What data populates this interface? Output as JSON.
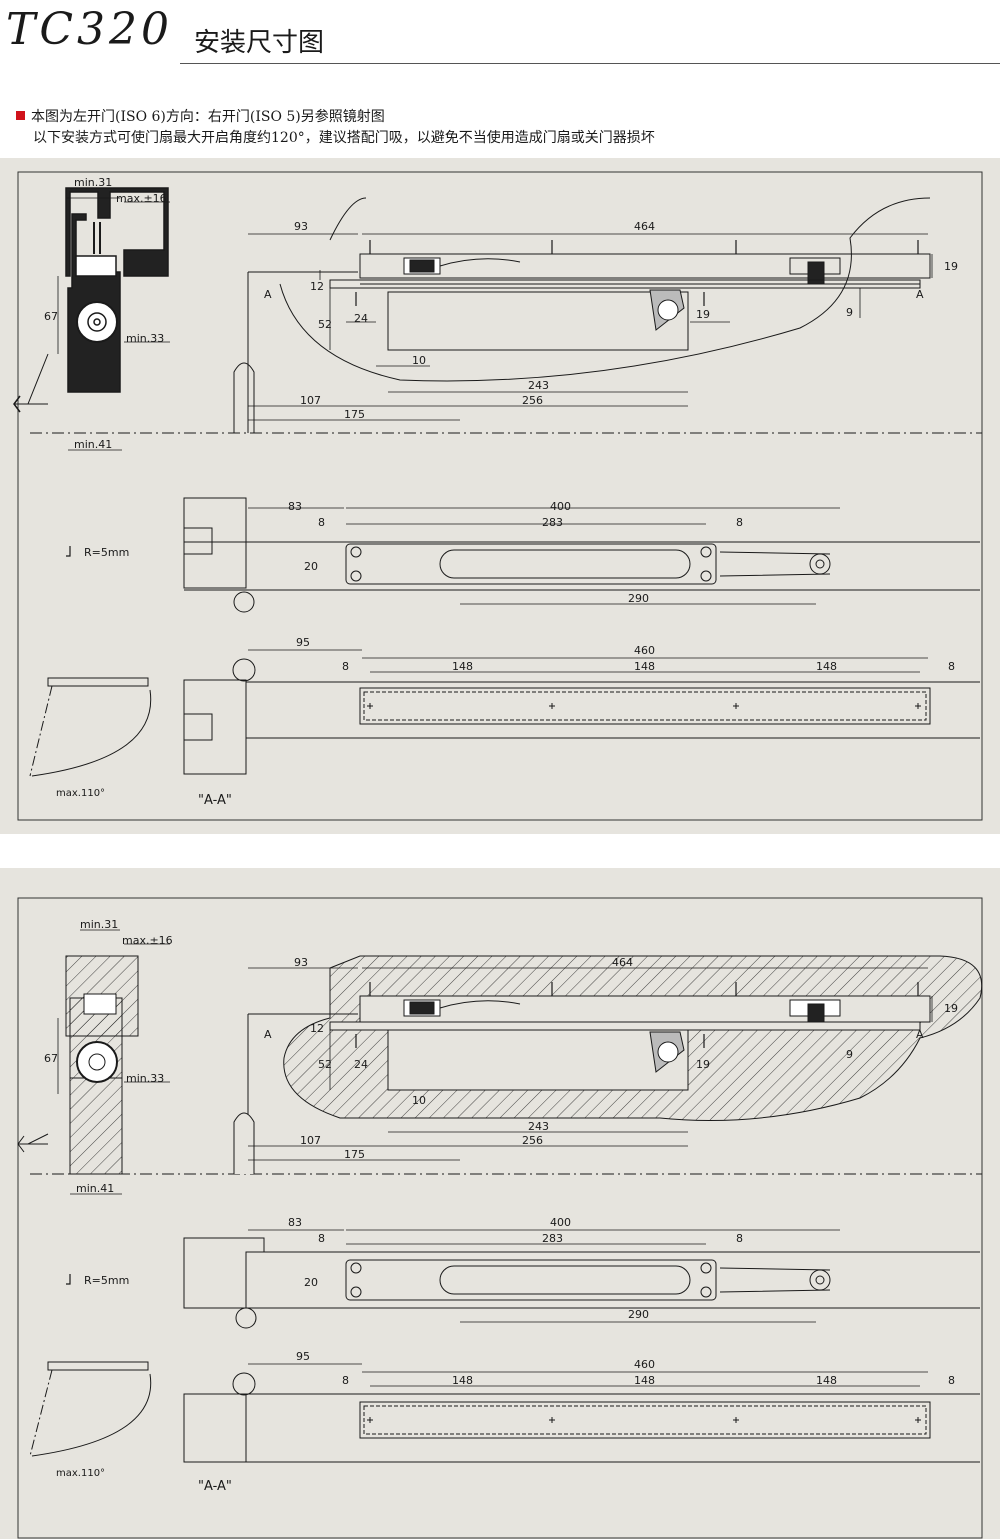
{
  "header": {
    "model": "TC320",
    "title_cn": "安装尺寸图"
  },
  "notes": {
    "line1": "本图为左开门(ISO 6)方向：右开门(ISO 5)另参照镜射图",
    "line2": "以下安装方式可使门扇最大开启角度约120°，建议搭配门吸，以避免不当使用造成门扇或关门器损坏"
  },
  "colors": {
    "accent_red": "#d0121b",
    "panel_bg": "#e6e4de",
    "line": "#1a1a1a"
  },
  "dims": {
    "min31": "min.31",
    "max16": "max.±16",
    "min33": "min.33",
    "min41": "min.41",
    "d67": "67",
    "d93": "93",
    "d464": "464",
    "d19": "19",
    "d12": "12",
    "d52": "52",
    "d24": "24",
    "d10": "10",
    "d9": "9",
    "d243": "243",
    "d256": "256",
    "d107": "107",
    "d175": "175",
    "d83": "83",
    "d400": "400",
    "d8": "8",
    "d283": "283",
    "d20": "20",
    "d290": "290",
    "d95": "95",
    "d460": "460",
    "d148": "148",
    "section_a": "A",
    "radius": "R=5mm",
    "max_angle": "max.110°",
    "aa": "\"A-A\""
  }
}
